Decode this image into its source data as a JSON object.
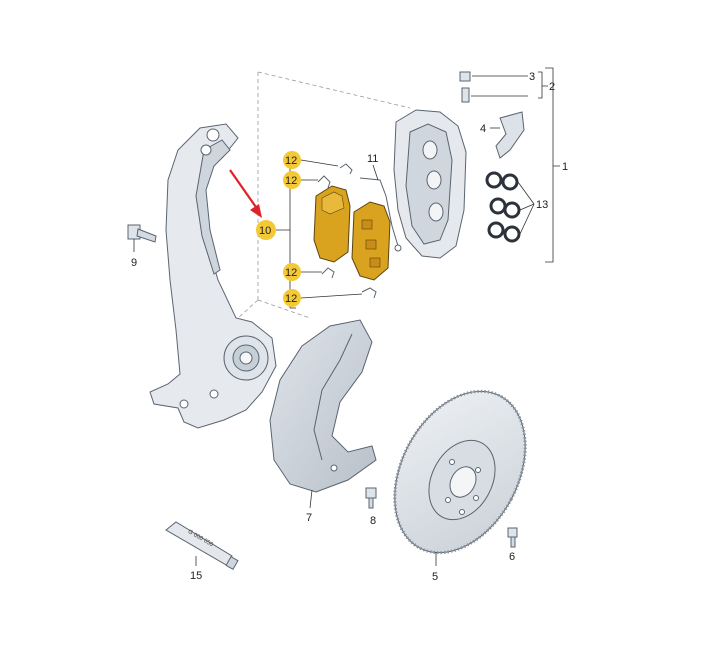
{
  "colors": {
    "highlight": "#f5c933",
    "pad_fill": "#d9a21f",
    "part_fill": "#e3e7ec",
    "part_shadow": "#c5ccd4",
    "arrow": "#e0202a"
  },
  "callouts": {
    "c1": "1",
    "c2": "2",
    "c3": "3",
    "c4": "4",
    "c5": "5",
    "c6": "6",
    "c7": "7",
    "c8": "8",
    "c9": "9",
    "c10": "10",
    "c11": "11",
    "c12a": "12",
    "c12b": "12",
    "c12c": "12",
    "c12d": "12",
    "c13": "13",
    "c15": "15"
  },
  "tube_text": "G 000 650"
}
